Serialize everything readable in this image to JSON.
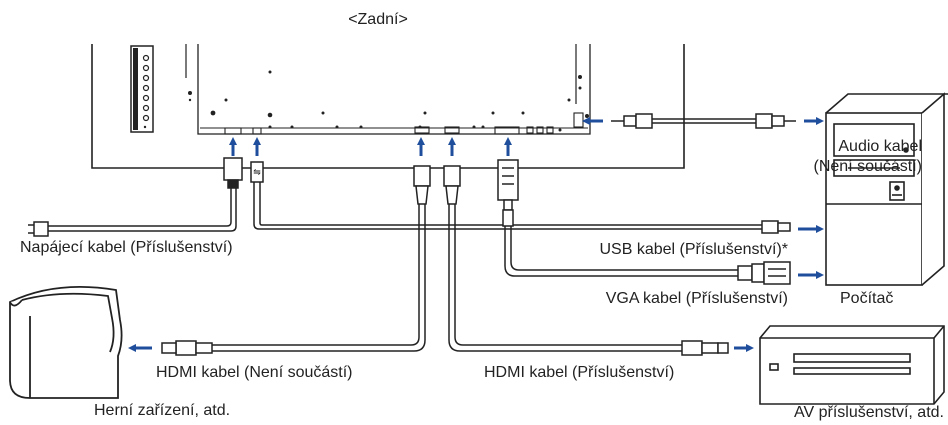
{
  "title": "<Zadní>",
  "labels": {
    "audio_cable": "Audio kabel",
    "audio_cable_note": "(Není součástí)",
    "power_cable": "Napájecí kabel (Příslušenství)",
    "usb_cable": "USB kabel (Příslušenství)*",
    "vga_cable": "VGA kabel (Příslušenství)",
    "computer": "Počítač",
    "hdmi_cable_left": "HDMI kabel (Není součástí)",
    "hdmi_cable_right": "HDMI kabel (Příslušenství)",
    "game_device": "Herní zařízení, atd.",
    "av_device": "AV příslušenství, atd."
  },
  "colors": {
    "arrow": "#1f4e9c",
    "line": "#222222",
    "cable_fill": "#ffffff"
  }
}
